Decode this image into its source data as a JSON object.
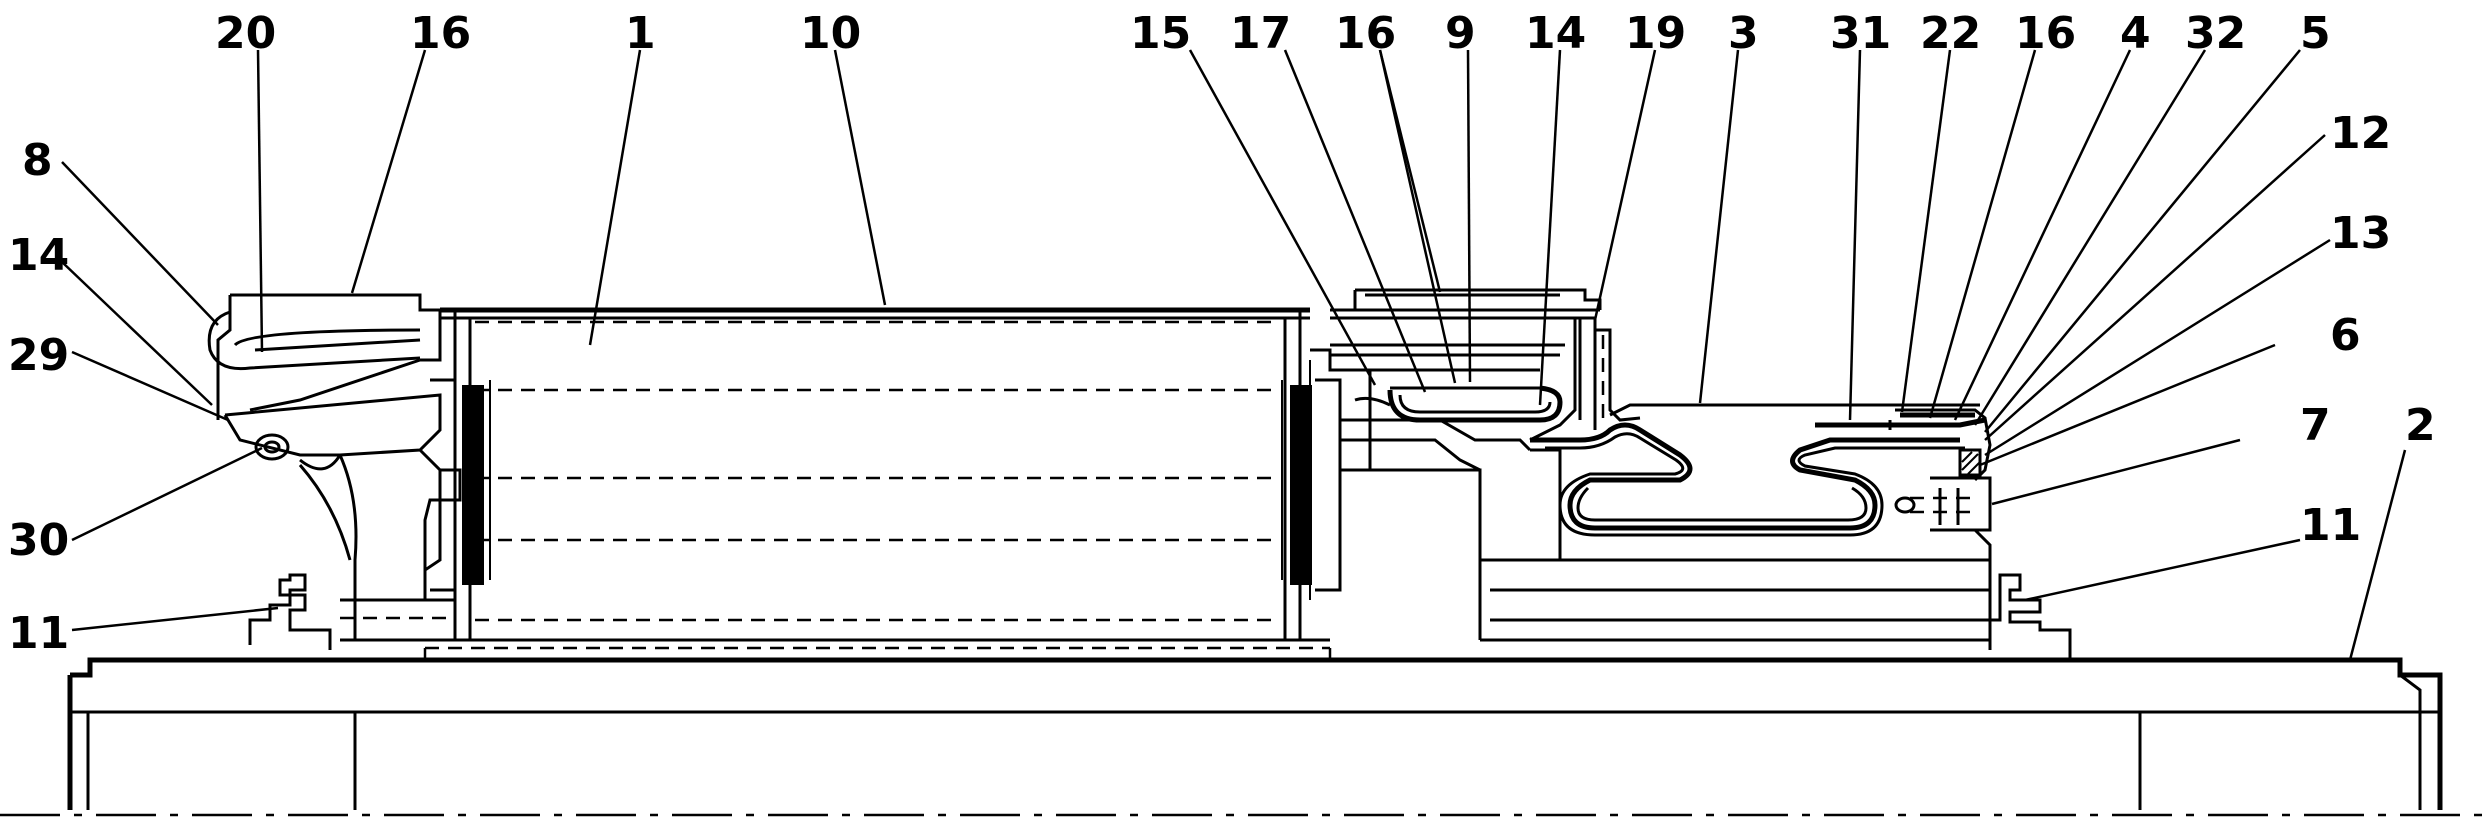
{
  "labels": {
    "l20": "20",
    "l16a": "16",
    "l1": "1",
    "l10": "10",
    "l15": "15",
    "l17": "17",
    "l16b": "16",
    "l9": "9",
    "l14a": "14",
    "l19": "19",
    "l3": "3",
    "l31": "31",
    "l22": "22",
    "l16c": "16",
    "l4": "4",
    "l32": "32",
    "l5": "5",
    "l12": "12",
    "l13": "13",
    "l6": "6",
    "l7": "7",
    "l2": "2",
    "l8": "8",
    "l14b": "14",
    "l29": "29",
    "l30": "30",
    "l11a": "11",
    "l11b": "11"
  },
  "colors": {
    "ink": "#000000",
    "paper": "#ffffff"
  }
}
